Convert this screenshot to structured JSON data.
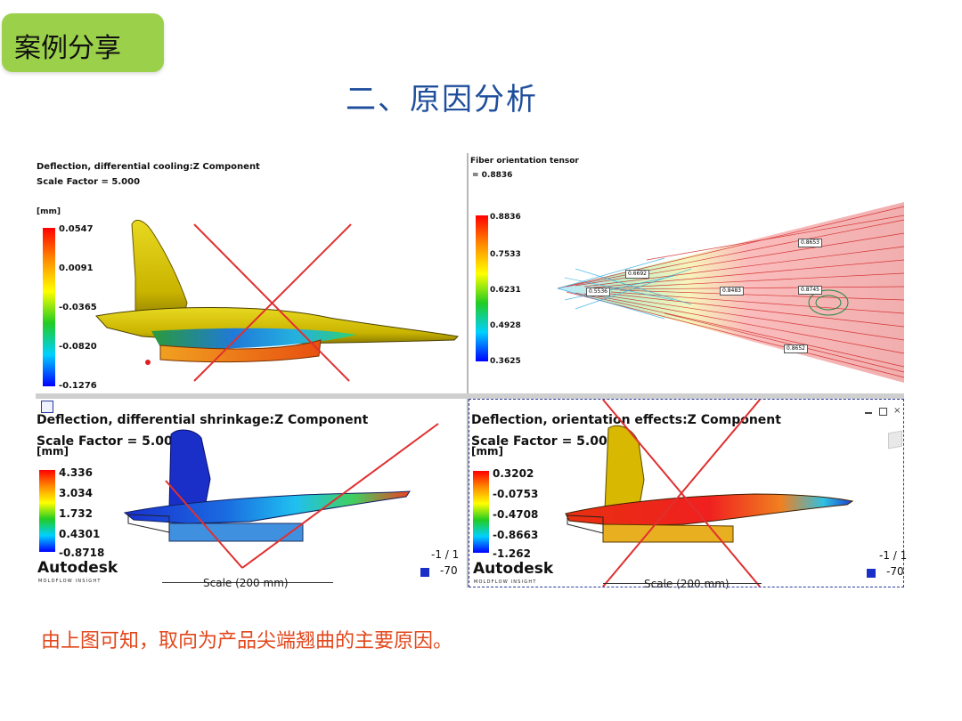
{
  "header": {
    "tag": "案例分享",
    "title": "二、原因分析"
  },
  "panels": {
    "cooling": {
      "title": "Deflection, differential cooling:Z Component",
      "scale": "Scale Factor = 5.000",
      "unit": "[mm]",
      "ticks": [
        "0.0547",
        "0.0091",
        "-0.0365",
        "-0.0820",
        "-0.1276"
      ]
    },
    "fiber": {
      "title": "Fiber orientation tensor",
      "value": "= 0.8836",
      "ticks": [
        "0.8836",
        "0.7533",
        "0.6231",
        "0.4928",
        "0.3625"
      ],
      "boxes": [
        "0.6692",
        "0.5536",
        "0.8653",
        "0.8483",
        "0.8745",
        "0.8652"
      ]
    },
    "shrinkage": {
      "title": "Deflection, differential shrinkage:Z Component",
      "scale": "Scale Factor = 5.000",
      "unit": "[mm]",
      "ticks": [
        "4.336",
        "3.034",
        "1.732",
        "0.4301",
        "-0.8718"
      ],
      "brand": "Autodesk",
      "brand_sub": "MOLDFLOW INSIGHT",
      "scale_bar": "Scale (200 mm)",
      "axis_num": "-70",
      "corner": "-1 / 1"
    },
    "orientation": {
      "title": "Deflection, orientation effects:Z Component",
      "scale": "Scale Factor = 5.000",
      "unit": "[mm]",
      "ticks": [
        "0.3202",
        "-0.0753",
        "-0.4708",
        "-0.8663",
        "-1.262"
      ],
      "brand": "Autodesk",
      "brand_sub": "MOLDFLOW INSIGHT",
      "scale_bar": "Scale (200 mm)",
      "axis_num": "-70",
      "corner": "-1 / 1"
    }
  },
  "caption": "由上图可知，取向为产品尖端翘曲的主要原因。",
  "colors": {
    "tag_bg": "#9bd04a",
    "title": "#1f4e9c",
    "caption": "#e2471b",
    "cross": "#e03030"
  }
}
